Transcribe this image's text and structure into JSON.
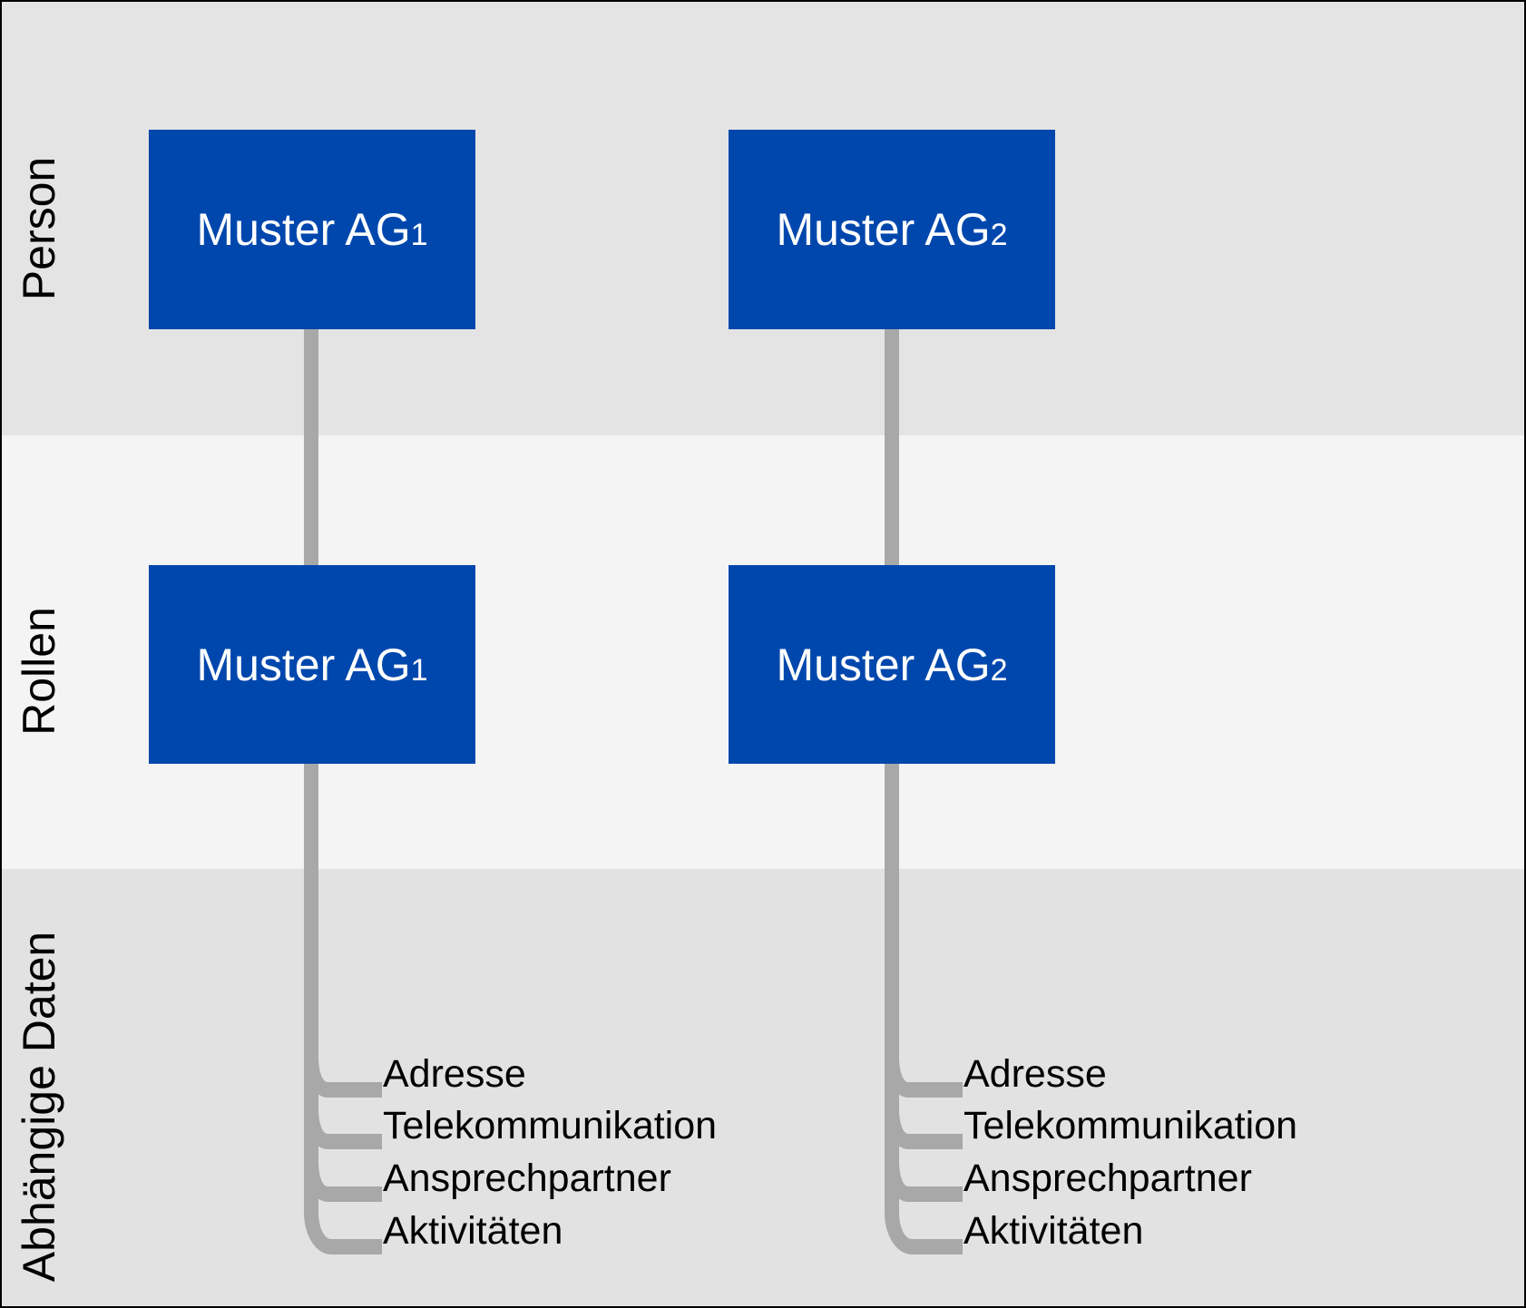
{
  "colors": {
    "box-blue": "#0047ad",
    "connector-gray": "#a8a8a8",
    "band-person-bg": "#e4e4e4",
    "band-rollen-bg": "#f4f4f4",
    "band-daten-bg": "#e2e2e2",
    "text-color": "#000000",
    "box-text-color": "#ffffff",
    "border-color": "#000000"
  },
  "bands": [
    {
      "label": "Person"
    },
    {
      "label": "Rollen"
    },
    {
      "label": "Abhängige Daten"
    }
  ],
  "columns": [
    {
      "person_box": {
        "name": "Muster AG",
        "sub": "1"
      },
      "rollen_box": {
        "name": "Muster AG",
        "sub": "1"
      },
      "dependents": [
        "Adresse",
        "Telekommunikation",
        "Ansprechpartner",
        "Aktivitäten"
      ]
    },
    {
      "person_box": {
        "name": "Muster AG",
        "sub": "2"
      },
      "rollen_box": {
        "name": "Muster AG",
        "sub": "2"
      },
      "dependents": [
        "Adresse",
        "Telekommunikation",
        "Ansprechpartner",
        "Aktivitäten"
      ]
    }
  ]
}
